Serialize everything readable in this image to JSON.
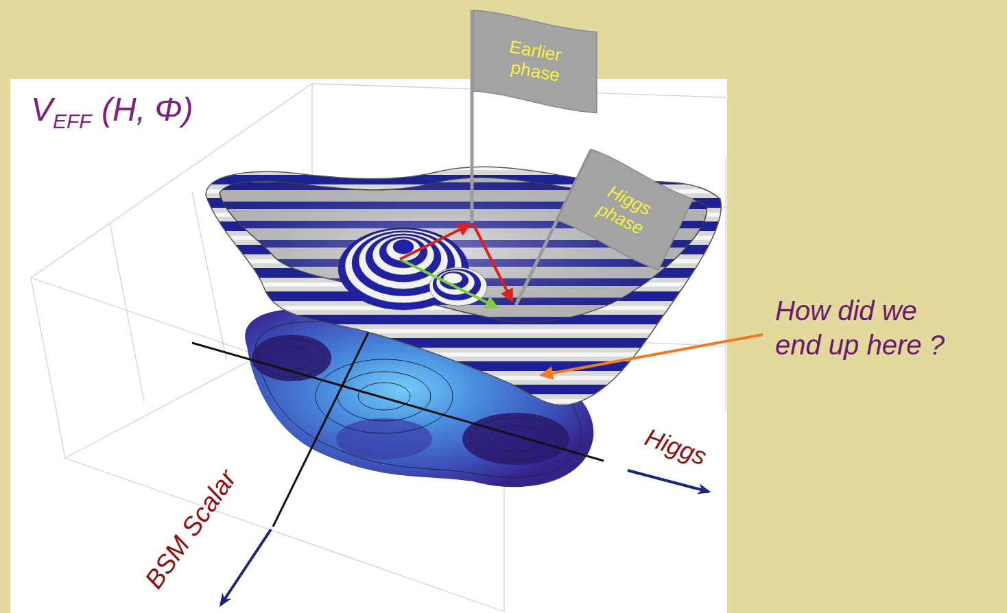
{
  "diagram": {
    "nodes": [
      {
        "text": [
          "Earlier phase"
        ]
      },
      {
        "text": [
          "Higgs phase"
        ]
      }
    ],
    "labels": [
      "V",
      "EFF",
      "(H, Φ)",
      "How did we end up here ?",
      "Higgs",
      "BSM Scalar"
    ]
  }
}
